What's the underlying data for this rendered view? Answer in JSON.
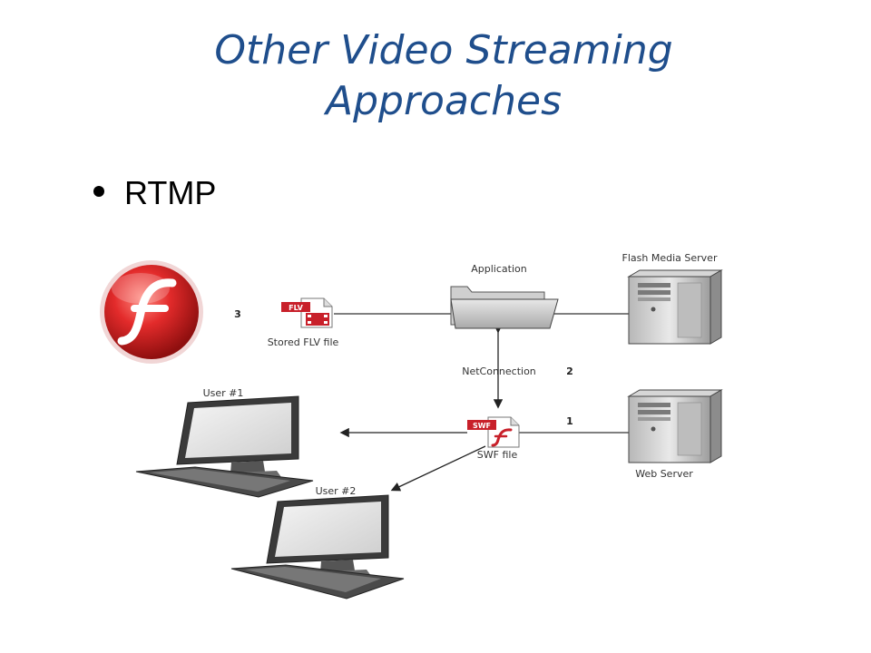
{
  "slide": {
    "title_line1": "Other Video Streaming",
    "title_line2": "Approaches",
    "bullet": "RTMP"
  },
  "diagram": {
    "labels": {
      "application": "Application",
      "flash_media_server": "Flash Media Server",
      "stored_flv": "Stored FLV file",
      "netconnection": "NetConnection",
      "swf_file": "SWF file",
      "web_server": "Web Server",
      "user1": "User #1",
      "user2": "User #2",
      "step1": "1",
      "step2": "2",
      "step3": "3",
      "flv_badge": "FLV",
      "swf_badge": "SWF"
    }
  },
  "colors": {
    "title": "#1f4e8c",
    "flash_red": "#d61f1f",
    "file_red": "#c8202a"
  }
}
